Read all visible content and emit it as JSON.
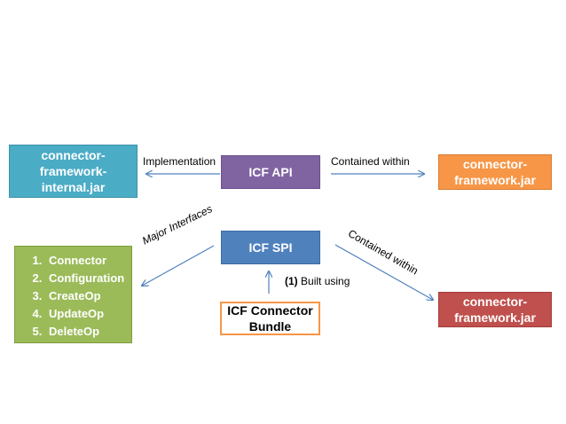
{
  "nodes": {
    "internal_jar": "connector-framework-internal.jar",
    "icf_api": "ICF API",
    "framework_jar_orange": "connector-framework.jar",
    "icf_spi": "ICF SPI",
    "connector_bundle": "ICF Connector Bundle",
    "framework_jar_red": "connector-framework.jar"
  },
  "interfaces": [
    "Connector",
    "Configuration",
    "CreateOp",
    "UpdateOp",
    "DeleteOp"
  ],
  "edges": {
    "implementation": "Implementation",
    "contained_within_api": "Contained within",
    "major_interfaces": "Major Interfaces",
    "contained_within_spi": "Contained within",
    "built_using_num": "(1)",
    "built_using": "Built using"
  },
  "colors": {
    "api": "#8064a2",
    "spi": "#4f81bd",
    "internal_jar": "#4bacc6",
    "framework_jar_orange": "#f79646",
    "framework_jar_red": "#c0504d",
    "interfaces_box": "#9bbb59",
    "arrow": "#4f81bd"
  }
}
